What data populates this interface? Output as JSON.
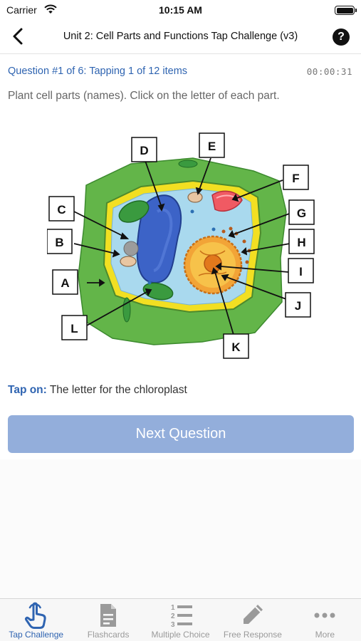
{
  "status_bar": {
    "carrier": "Carrier",
    "time": "10:15 AM"
  },
  "nav": {
    "title": "Unit 2: Cell Parts and Functions Tap Challenge (v3)",
    "help_glyph": "?"
  },
  "question": {
    "header": "Question #1 of 6:  Tapping 1 of 12 items",
    "timer": "00:00:31",
    "instructions": "Plant cell parts (names). Click on the letter of each part."
  },
  "diagram": {
    "labels": [
      "A",
      "B",
      "C",
      "D",
      "E",
      "F",
      "G",
      "H",
      "I",
      "J",
      "K",
      "L"
    ]
  },
  "prompt": {
    "tap_on_label": "Tap on:",
    "target_text": "The letter for the chloroplast"
  },
  "next_button": {
    "label": "Next Question",
    "color": "#93aedb"
  },
  "tab_bar": {
    "items": [
      {
        "label": "Tap Challenge",
        "icon": "tap-hand-icon",
        "active": true
      },
      {
        "label": "Flashcards",
        "icon": "flashcard-icon",
        "active": false
      },
      {
        "label": "Multiple Choice",
        "icon": "numbered-list-icon",
        "active": false
      },
      {
        "label": "Free Response",
        "icon": "pencil-icon",
        "active": false
      },
      {
        "label": "More",
        "icon": "more-dots-icon",
        "active": false
      }
    ],
    "active_color": "#2f64b1",
    "inactive_color": "#9a9a9a"
  }
}
